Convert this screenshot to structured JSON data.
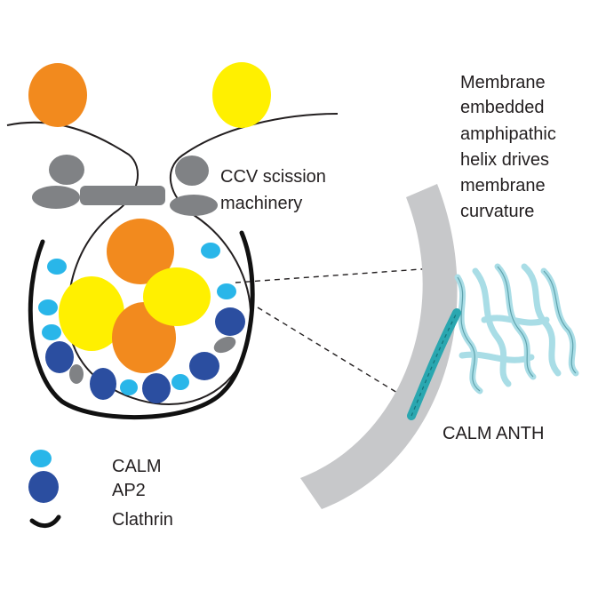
{
  "annotation": {
    "lines": [
      "Membrane",
      "embedded",
      "amphipathic",
      "helix drives",
      "membrane",
      "curvature"
    ]
  },
  "scission_label": {
    "lines": [
      "CCV scission",
      "machinery"
    ]
  },
  "protein_label": "CALM ANTH",
  "legend": [
    {
      "label": "CALM",
      "color": "#29b6e9",
      "shape": "small-ellipse"
    },
    {
      "label": "AP2",
      "color": "#2b4ea0",
      "shape": "large-ellipse"
    },
    {
      "label": "Clathrin",
      "color": "#111111",
      "shape": "curved-line"
    }
  ],
  "colors": {
    "cargo_orange": "#f28a1e",
    "cargo_yellow": "#fff000",
    "calm": "#29b6e9",
    "ap2": "#2b4ea0",
    "scission": "#808285",
    "membrane_band": "#c7c8ca",
    "helix_dark": "#2aa7b0",
    "helix_light": "#a9dde6"
  }
}
